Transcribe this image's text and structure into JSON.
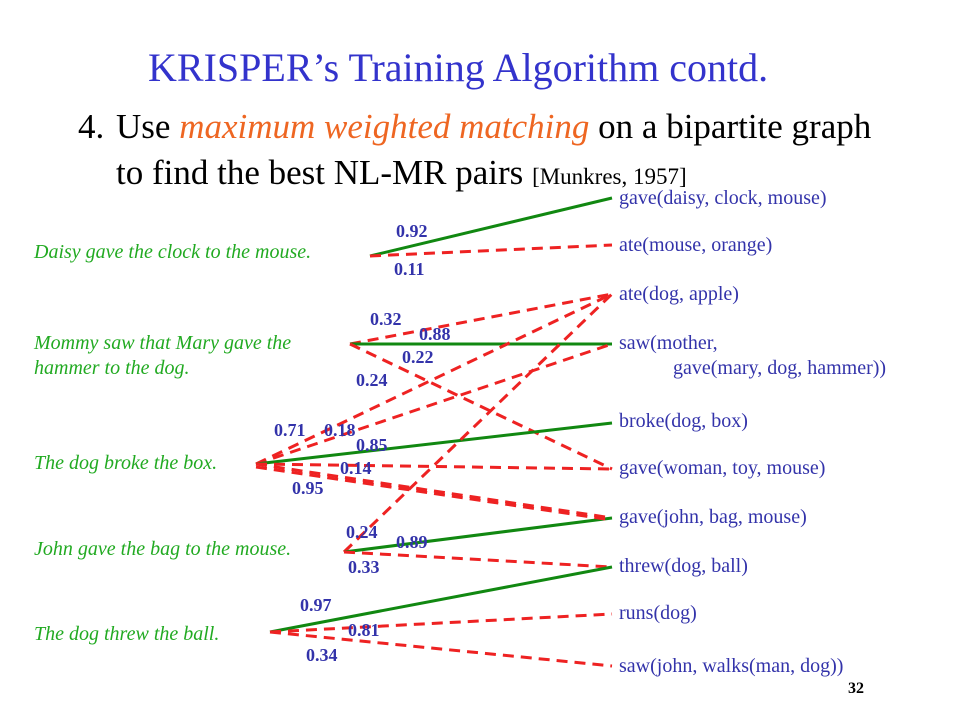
{
  "title": "KRISPER’s Training Algorithm contd.",
  "point": {
    "number": "4.",
    "text_before": "Use ",
    "highlight": "maximum weighted matching",
    "text_after": " on a bipartite graph",
    "line2": "to find the best NL-MR pairs ",
    "citation": "[Munkres, 1957]"
  },
  "sentences": [
    {
      "line1": "Daisy gave the clock to the mouse.",
      "line2": ""
    },
    {
      "line1": "Mommy saw that Mary gave the",
      "line2": "hammer to the dog."
    },
    {
      "line1": "The dog broke the box.",
      "line2": ""
    },
    {
      "line1": "John gave the bag to the mouse.",
      "line2": ""
    },
    {
      "line1": "The dog threw the ball.",
      "line2": ""
    }
  ],
  "meaning_representations": [
    {
      "line1": "gave(daisy, clock, mouse)",
      "line2": ""
    },
    {
      "line1": "ate(mouse, orange)",
      "line2": ""
    },
    {
      "line1": "ate(dog, apple)",
      "line2": ""
    },
    {
      "line1": "saw(mother,",
      "line2": "gave(mary, dog, hammer))"
    },
    {
      "line1": "broke(dog, box)",
      "line2": ""
    },
    {
      "line1": "gave(woman, toy, mouse)",
      "line2": ""
    },
    {
      "line1": "gave(john, bag, mouse)",
      "line2": ""
    },
    {
      "line1": "threw(dog, ball)",
      "line2": ""
    },
    {
      "line1": "runs(dog)",
      "line2": ""
    },
    {
      "line1": "saw(john, walks(man, dog))",
      "line2": ""
    }
  ],
  "edges": [
    {
      "sentence": 0,
      "mr": 0,
      "weight": "0.92",
      "matched": true
    },
    {
      "sentence": 0,
      "mr": 1,
      "weight": "0.11",
      "matched": false
    },
    {
      "sentence": 1,
      "mr": 2,
      "weight": "0.32",
      "matched": false
    },
    {
      "sentence": 1,
      "mr": 3,
      "weight": "0.88",
      "matched": true
    },
    {
      "sentence": 1,
      "mr": 5,
      "weight": "0.22",
      "matched": false
    },
    {
      "sentence": 2,
      "mr": 2,
      "weight": "0.24",
      "matched": false
    },
    {
      "sentence": 2,
      "mr": 3,
      "weight": "0.18",
      "matched": false
    },
    {
      "sentence": 2,
      "mr": 4,
      "weight": "0.71",
      "matched": true
    },
    {
      "sentence": 2,
      "mr": 5,
      "weight": "0.85",
      "matched": false
    },
    {
      "sentence": 2,
      "mr": 6,
      "weight": "0.14",
      "matched": false
    },
    {
      "sentence": 3,
      "mr": 2,
      "weight": "0.24",
      "matched": false
    },
    {
      "sentence": 3,
      "mr": 6,
      "weight": "0.89",
      "matched": true
    },
    {
      "sentence": 3,
      "mr": 7,
      "weight": "0.33",
      "matched": false
    },
    {
      "sentence": 4,
      "mr": 7,
      "weight": "0.97",
      "matched": true
    },
    {
      "sentence": 4,
      "mr": 8,
      "weight": "0.81",
      "matched": false
    },
    {
      "sentence": 4,
      "mr": 9,
      "weight": "0.34",
      "matched": false
    },
    {
      "sentence": 2,
      "mr": 6,
      "weight": "0.95",
      "matched": false
    }
  ],
  "page_number": "32",
  "colors": {
    "title": "#3333cc",
    "highlight": "#ee6622",
    "sentence_text": "#22aa22",
    "mr_text": "#3333aa",
    "matched_edge": "#118811",
    "unmatched_edge": "#ee2222"
  }
}
